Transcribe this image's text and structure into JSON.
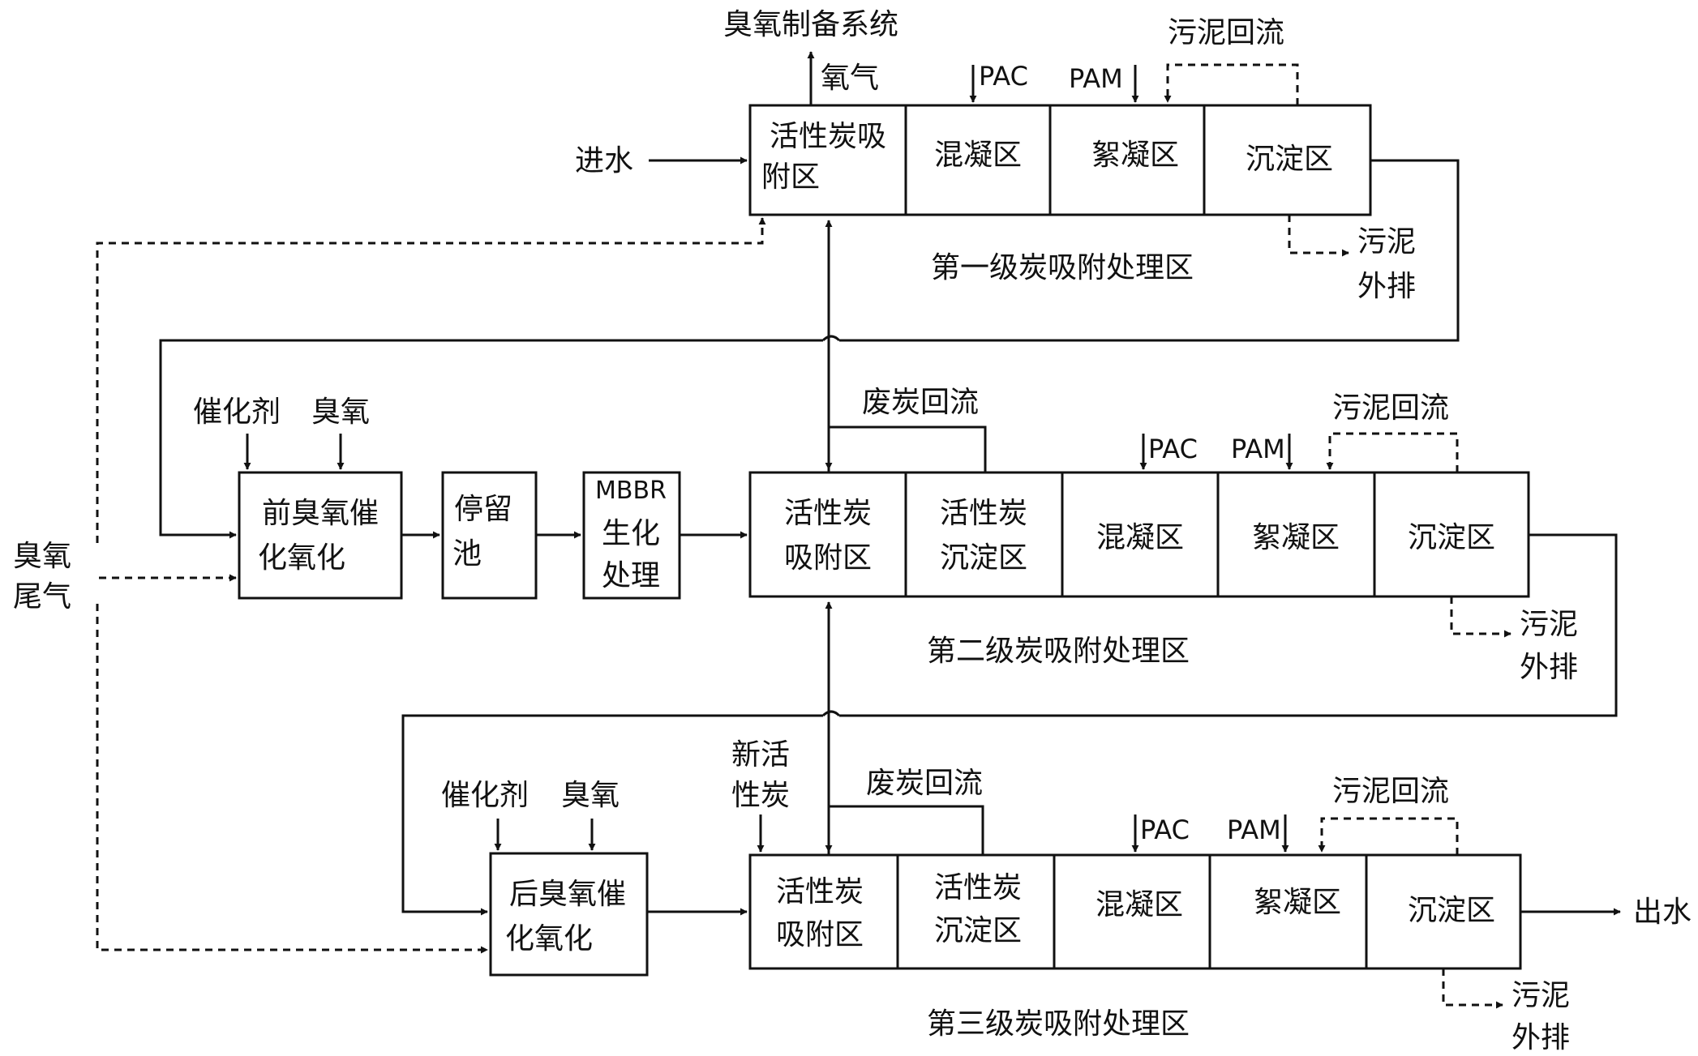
{
  "labels": {
    "ozone_system": "臭氧制备系统",
    "oxygen": "氧气",
    "inflow": "进水",
    "outflow": "出水",
    "ozone_tail_gas_1": "臭氧",
    "ozone_tail_gas_2": "尾气",
    "pac": "PAC",
    "pam": "PAM",
    "sludge_return": "污泥回流",
    "sludge_discharge_1": "污泥",
    "sludge_discharge_2": "外排",
    "waste_carbon_return": "废炭回流",
    "catalyst": "催化剂",
    "ozone": "臭氧",
    "new_carbon_1": "新活",
    "new_carbon_2": "性炭"
  },
  "stage1": {
    "title": "第一级炭吸附处理区",
    "adsorption_1": "活性炭吸",
    "adsorption_2": "附区",
    "coagulation": "混凝区",
    "flocculation": "絮凝区",
    "sedimentation": "沉淀区"
  },
  "stage2": {
    "title": "第二级炭吸附处理区",
    "adsorption_1": "活性炭",
    "adsorption_2": "吸附区",
    "carbon_settle_1": "活性炭",
    "carbon_settle_2": "沉淀区",
    "coagulation": "混凝区",
    "flocculation": "絮凝区",
    "sedimentation": "沉淀区"
  },
  "stage3": {
    "title": "第三级炭吸附处理区",
    "adsorption_1": "活性炭",
    "adsorption_2": "吸附区",
    "carbon_settle_1": "活性炭",
    "carbon_settle_2": "沉淀区",
    "coagulation": "混凝区",
    "flocculation": "絮凝区",
    "sedimentation": "沉淀区"
  },
  "pre_ozone": {
    "line1": "前臭氧催",
    "line2": "化氧化"
  },
  "retention": {
    "line1": "停留",
    "line2": "池"
  },
  "mbbr": {
    "line1": "MBBR",
    "line2": "生化",
    "line3": "处理"
  },
  "post_ozone": {
    "line1": "后臭氧催",
    "line2": "化氧化"
  }
}
